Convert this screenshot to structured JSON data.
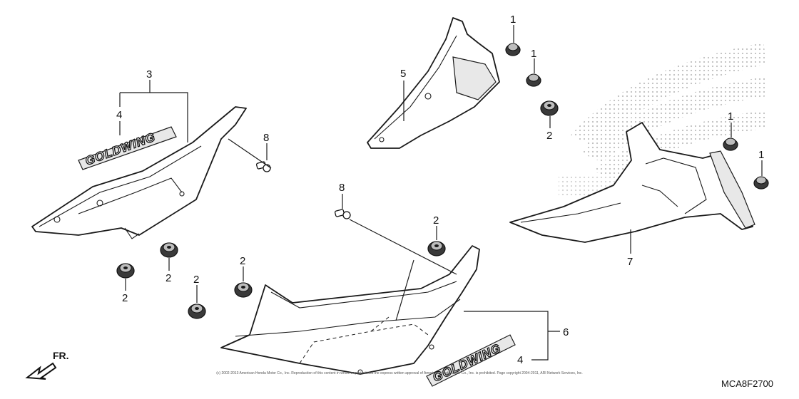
{
  "diagram": {
    "code": "MCA8F2700",
    "direction_label": "FR.",
    "copyright": "(c) 2002-2013 American Honda Motor Co., Inc. Reproduction of this content in whole or part without the express written approval of American Honda Motor Co., Inc. is prohibited. Page copyright 2004-2011, ARI Network Services, Inc.",
    "callouts": [
      {
        "id": "c1a",
        "label": "1"
      },
      {
        "id": "c1b",
        "label": "1"
      },
      {
        "id": "c1c",
        "label": "1"
      },
      {
        "id": "c1d",
        "label": "1"
      },
      {
        "id": "c2a",
        "label": "2"
      },
      {
        "id": "c2b",
        "label": "2"
      },
      {
        "id": "c2c",
        "label": "2"
      },
      {
        "id": "c2d",
        "label": "2"
      },
      {
        "id": "c2e",
        "label": "2"
      },
      {
        "id": "c2f",
        "label": "2"
      },
      {
        "id": "c3",
        "label": "3"
      },
      {
        "id": "c4a",
        "label": "4"
      },
      {
        "id": "c4b",
        "label": "4"
      },
      {
        "id": "c5",
        "label": "5"
      },
      {
        "id": "c6",
        "label": "6"
      },
      {
        "id": "c7",
        "label": "7"
      },
      {
        "id": "c8a",
        "label": "8"
      },
      {
        "id": "c8b",
        "label": "8"
      }
    ],
    "emblems": [
      {
        "id": "emblem-upper",
        "text": "GOLDWING"
      },
      {
        "id": "emblem-lower",
        "text": "GOLDWING"
      }
    ]
  }
}
